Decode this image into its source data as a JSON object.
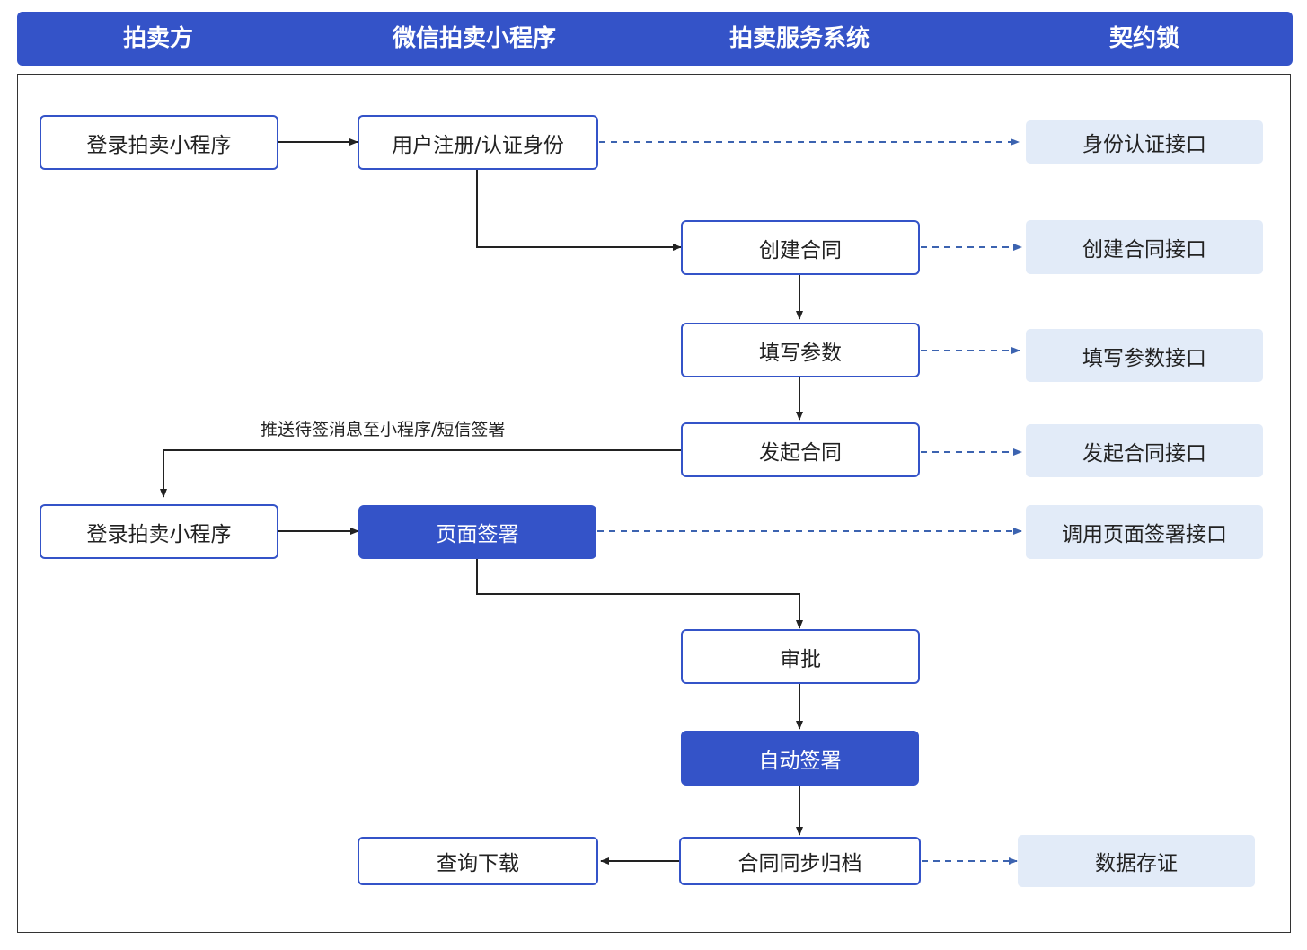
{
  "lanes": {
    "auction_party": "拍卖方",
    "wechat_mini_program": "微信拍卖小程序",
    "auction_service": "拍卖服务系统",
    "qiyuesuo": "契约锁"
  },
  "nodes": {
    "login_1": "登录拍卖小程序",
    "register_verify": "用户注册/认证身份",
    "identity_api": "身份认证接口",
    "create_contract": "创建合同",
    "create_contract_api": "创建合同接口",
    "fill_params": "填写参数",
    "fill_params_api": "填写参数接口",
    "initiate_contract": "发起合同",
    "initiate_contract_api": "发起合同接口",
    "login_2": "登录拍卖小程序",
    "page_sign": "页面签署",
    "page_sign_api": "调用页面签署接口",
    "approval": "审批",
    "auto_sign": "自动签署",
    "sync_archive": "合同同步归档",
    "query_download": "查询下载",
    "data_evidence": "数据存证"
  },
  "edge_labels": {
    "push_message": "推送待签消息至小程序/短信签署"
  },
  "colors": {
    "primary": "#3453c8",
    "api_fill": "#e2ebf8",
    "dashed_arrow": "#3c63b0",
    "solid_arrow": "#222222"
  }
}
